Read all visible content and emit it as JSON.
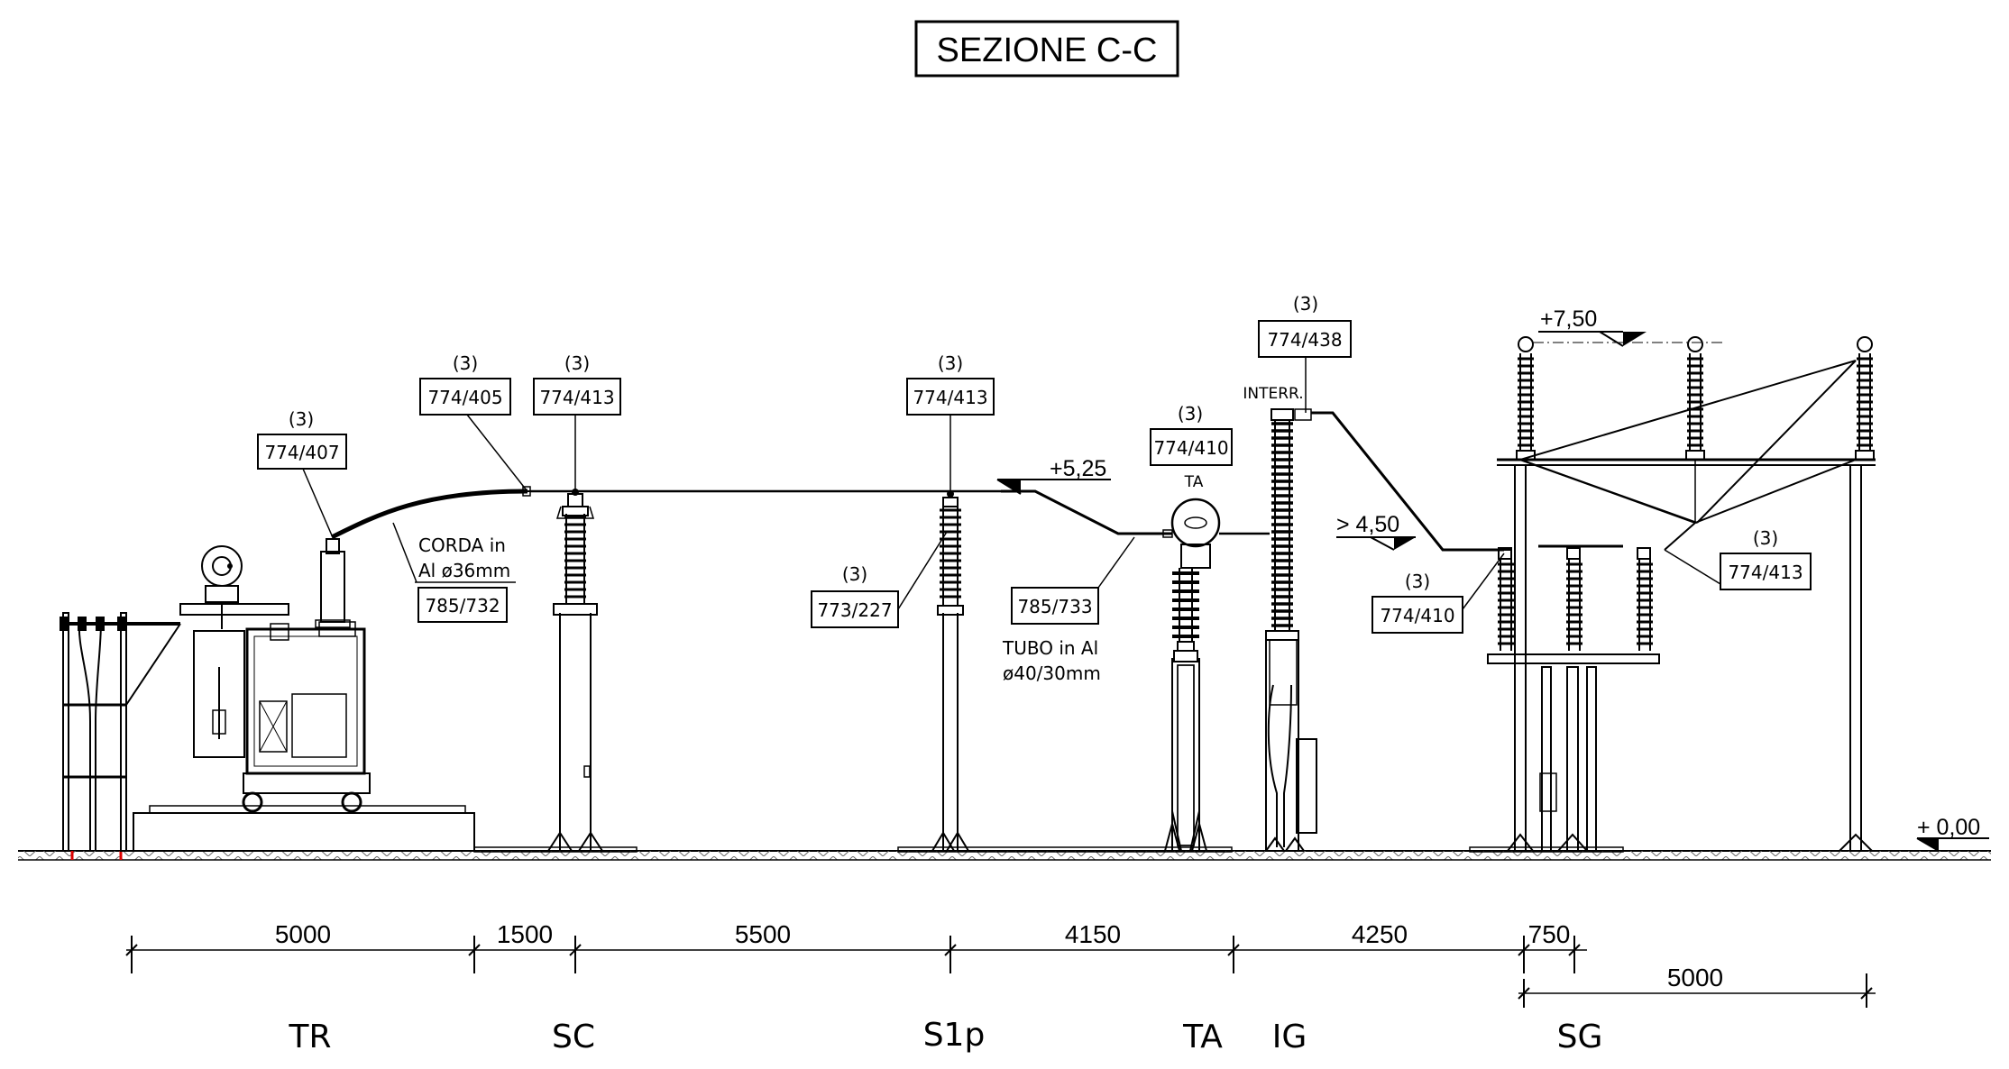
{
  "title": "SEZIONE C-C",
  "callouts": [
    {
      "id": "tr-bushing",
      "qty": "(3)",
      "code": "774/407"
    },
    {
      "id": "cord-clamp",
      "qty": "(3)",
      "code": "774/405"
    },
    {
      "id": "sc-top",
      "qty": "(3)",
      "code": "774/413"
    },
    {
      "id": "s1p-top",
      "qty": "(3)",
      "code": "774/413"
    },
    {
      "id": "s1p-support",
      "qty": "(3)",
      "code": "773/227"
    },
    {
      "id": "ta-clamp",
      "qty": "(3)",
      "code": "774/410"
    },
    {
      "id": "ig-top",
      "qty": "(3)",
      "code": "774/438"
    },
    {
      "id": "sg-left",
      "qty": "(3)",
      "code": "774/410"
    },
    {
      "id": "sg-right",
      "qty": "(3)",
      "code": "774/413"
    }
  ],
  "cord": {
    "line1": "CORDA in",
    "line2": "Al ø36mm",
    "code": "785/732"
  },
  "tube": {
    "code": "785/733",
    "line1": "TUBO in Al",
    "line2": "ø40/30mm"
  },
  "labels": {
    "ta_top": "TA",
    "interr": "INTERR."
  },
  "elevations": {
    "e525": "+5,25",
    "e450": "> 4,50",
    "e750": "+7,50",
    "e000": "+ 0,00"
  },
  "dimensions": [
    "5000",
    "1500",
    "5500",
    "4150",
    "4250",
    "750",
    "5000"
  ],
  "equipment": [
    "TR",
    "SC",
    "S1p",
    "TA",
    "IG",
    "SG"
  ]
}
